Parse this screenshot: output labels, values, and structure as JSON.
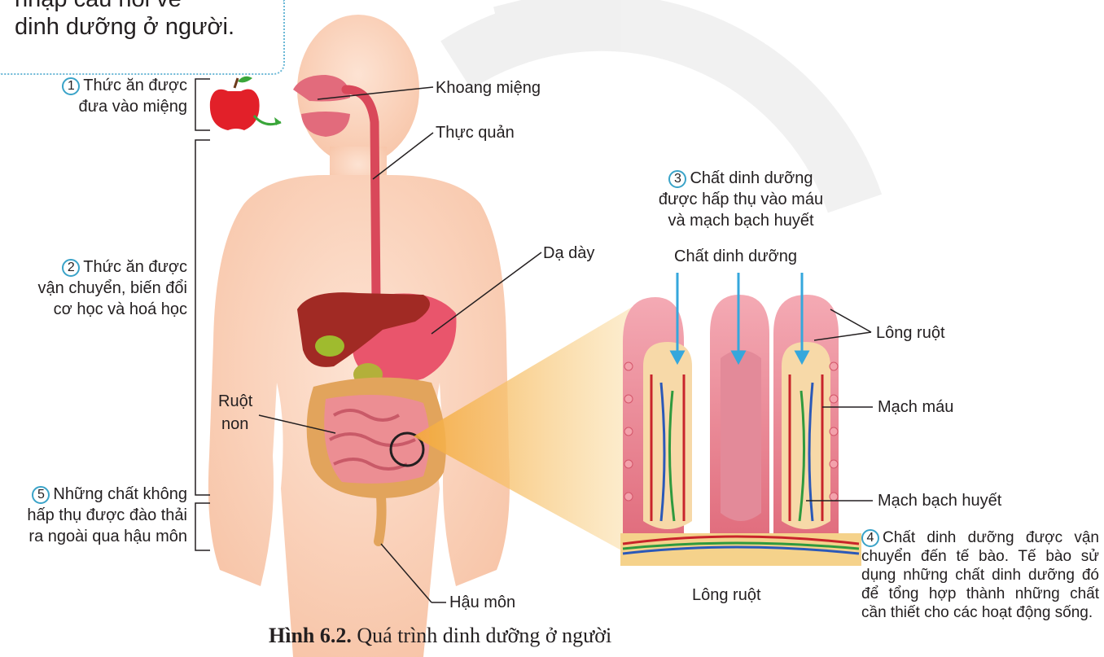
{
  "intro": {
    "line1": "nhập câu hỏi về",
    "line2": "dinh dưỡng ở người."
  },
  "steps": [
    {
      "num": "1",
      "line1": "Thức ăn được",
      "line2": "đưa vào miệng"
    },
    {
      "num": "2",
      "line1": "Thức ăn được",
      "line2": "vận chuyển, biến đổi",
      "line3": "cơ học và hoá học"
    },
    {
      "num": "3",
      "line1": "Chất dinh dưỡng",
      "line2": "được hấp thụ vào máu",
      "line3": "và mạch bạch huyết"
    },
    {
      "num": "4",
      "text": "Chất dinh dưỡng được vận chuyển đến tế bào. Tế bào sử dụng những chất dinh dưỡng đó để tổng hợp thành những chất cần thiết cho các hoạt động sống."
    },
    {
      "num": "5",
      "line1": "Những chất không",
      "line2": "hấp thụ được đào thải",
      "line3": "ra ngoài qua hậu môn"
    }
  ],
  "labels": {
    "mouth": "Khoang miệng",
    "esophagus": "Thực quản",
    "stomach": "Dạ dày",
    "small_intestine_1": "Ruột",
    "small_intestine_2": "non",
    "anus": "Hậu môn",
    "nutrients": "Chất dinh dưỡng",
    "villi_right": "Lông ruột",
    "blood_vessel": "Mạch máu",
    "lymph_vessel": "Mạch bạch huyết",
    "villi_bottom": "Lông ruột"
  },
  "caption": {
    "bold": "Hình 6.2.",
    "text": "Quá trình dinh dưỡng ở người"
  },
  "colors": {
    "skin": "#fbd3bd",
    "organ_red": "#d9485a",
    "liver": "#a12a24",
    "intestine": "#e98d8f",
    "colon": "#e2a45c",
    "villi_pink": "#e97f8c",
    "blood": "#c8242b",
    "vein": "#2b59b8",
    "lymph": "#2f9a3e",
    "arrow_blue": "#35a7dc",
    "number_circle": "#3aa3c8",
    "zoom_cone": "#f6b547"
  }
}
